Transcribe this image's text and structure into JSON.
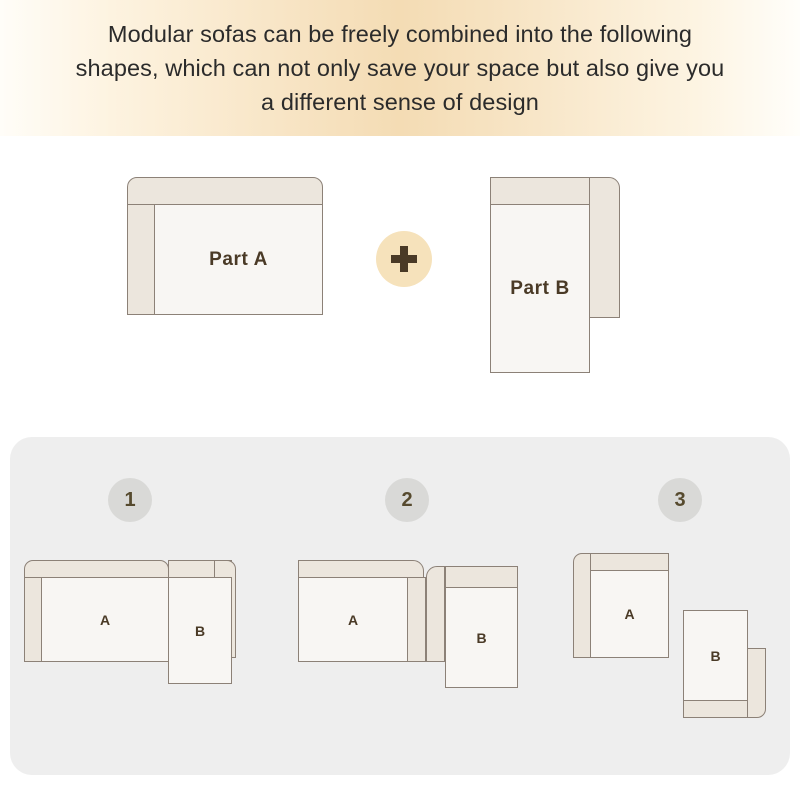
{
  "header": {
    "lines": [
      "Modular sofas can be freely combined into the following",
      "shapes, which can not only save your space but also give you",
      "a different sense of design"
    ],
    "gradient_center_color": "#f4dcb4",
    "gradient_edge_color": "#fffdf8",
    "text_color": "#2b2b2b"
  },
  "parts": {
    "part_a": {
      "label": "Part A"
    },
    "part_b": {
      "label": "Part B"
    },
    "combiner": {
      "icon": "plus-icon",
      "badge_color": "#f6e2bb",
      "glyph_color": "#4a3a26"
    }
  },
  "panel": {
    "background_color": "#eeeeee",
    "badge_color": "#d9d9d7",
    "badge_text_color": "#564a2e",
    "configurations": [
      {
        "number": "1",
        "part_a_label": "A",
        "part_b_label": "B"
      },
      {
        "number": "2",
        "part_a_label": "A",
        "part_b_label": "B"
      },
      {
        "number": "3",
        "part_a_label": "A",
        "part_b_label": "B"
      }
    ]
  },
  "style": {
    "seat_fill": "#f8f6f3",
    "cushion_fill": "#ece6dd",
    "outline_color": "#8c8177",
    "label_color": "#4a3a26"
  }
}
